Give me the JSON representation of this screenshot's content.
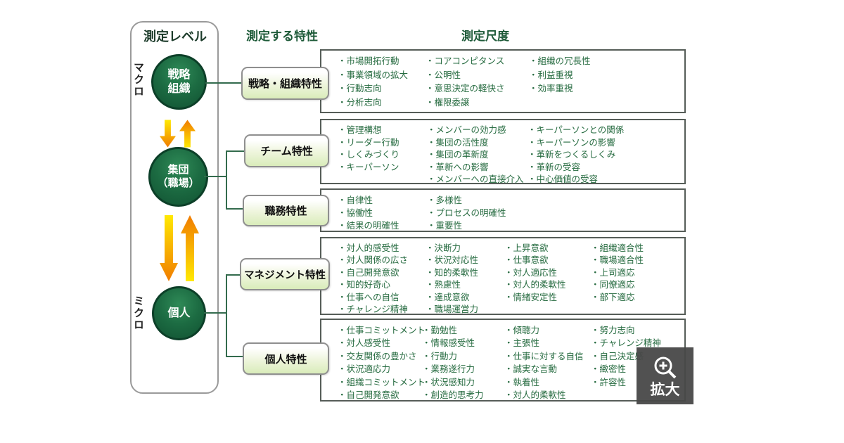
{
  "headers": {
    "level": "測定レベル",
    "trait": "測定する特性",
    "scale": "測定尺度"
  },
  "level_panel": {
    "macro": "マクロ",
    "micro": "ミクロ",
    "nodes": [
      {
        "name": "strategy-organization",
        "line1": "戦略",
        "line2": "組織"
      },
      {
        "name": "group-workplace",
        "line1": "集団",
        "line2": "（職場）"
      },
      {
        "name": "individual",
        "line1": "個人",
        "line2": ""
      }
    ]
  },
  "trait_boxes": [
    "戦略・組織特性",
    "チーム特性",
    "職務特性",
    "マネジメント特性",
    "個人特性"
  ],
  "scale_boxes": [
    {
      "trait": "戦略・組織特性",
      "columns": [
        [
          "・市場開拓行動",
          "・事業領域の拡大",
          "・行動志向",
          "・分析志向"
        ],
        [
          "・コアコンピタンス",
          "・公明性",
          "・意思決定の軽快さ",
          "・権限委譲"
        ],
        [
          "・組織の冗長性",
          "・利益重視",
          "・効率重視"
        ]
      ]
    },
    {
      "trait": "チーム特性",
      "columns": [
        [
          "・管理構想",
          "・リーダー行動",
          "・しくみづくり",
          "・キーパーソン"
        ],
        [
          "・メンバーの効力感",
          "・集団の活性度",
          "・集団の革新度",
          "・革新への影響",
          "・メンバーへの直接介入"
        ],
        [
          "・キーパーソンとの関係",
          "・キーパーソンの影響",
          "・革新をつくるしくみ",
          "・革新の受容",
          "・中心価値の受容"
        ]
      ]
    },
    {
      "trait": "職務特性",
      "columns": [
        [
          "・自律性",
          "・協働性",
          "・結果の明確性"
        ],
        [
          "・多様性",
          "・プロセスの明確性",
          "・重要性"
        ]
      ]
    },
    {
      "trait": "マネジメント特性",
      "columns": [
        [
          "・対人的感受性",
          "・対人関係の広さ",
          "・自己開発意欲",
          "・知的好奇心",
          "・仕事への自信",
          "・チャレンジ精神"
        ],
        [
          "・決断力",
          "・状況対応性",
          "・知的柔軟性",
          "・熟慮性",
          "・達成意欲",
          "・職場運営力"
        ],
        [
          "・上昇意欲",
          "・仕事意欲",
          "・対人適応性",
          "・対人的柔軟性",
          "・情緒安定性"
        ],
        [
          "・組織適合性",
          "・職場適合性",
          "・上司適応",
          "・同僚適応",
          "・部下適応"
        ]
      ]
    },
    {
      "trait": "個人特性",
      "columns": [
        [
          "・仕事コミットメント",
          "・対人感受性",
          "・交友関係の豊かさ",
          "・状況適応力",
          "・組織コミットメント",
          "・自己開発意欲"
        ],
        [
          "・勤勉性",
          "・情報感受性",
          "・行動力",
          "・業務遂行力",
          "・状況感知力",
          "・創造的思考力"
        ],
        [
          "・傾聴力",
          "・主張性",
          "・仕事に対する自信",
          "・誠実な言動",
          "・執着性",
          "・対人的柔軟性"
        ],
        [
          "・努力志向",
          "・チャレンジ精神",
          "・自己決定感",
          "・緻密性",
          "・許容性"
        ]
      ]
    }
  ],
  "zoom_button": {
    "label": "拡大",
    "icon": "magnifier-plus-icon"
  },
  "colors": {
    "circle_green": "#1c6b42",
    "circle_border": "#0c3f28",
    "diagram_line": "#336b4d",
    "list_text": "#266b40",
    "header_green": "#1d5a38",
    "arrow_yellow": "#ffe903",
    "arrow_orange": "#f07c00",
    "trait_box_fill": "#d9ecba",
    "button_gray": "#484848"
  }
}
